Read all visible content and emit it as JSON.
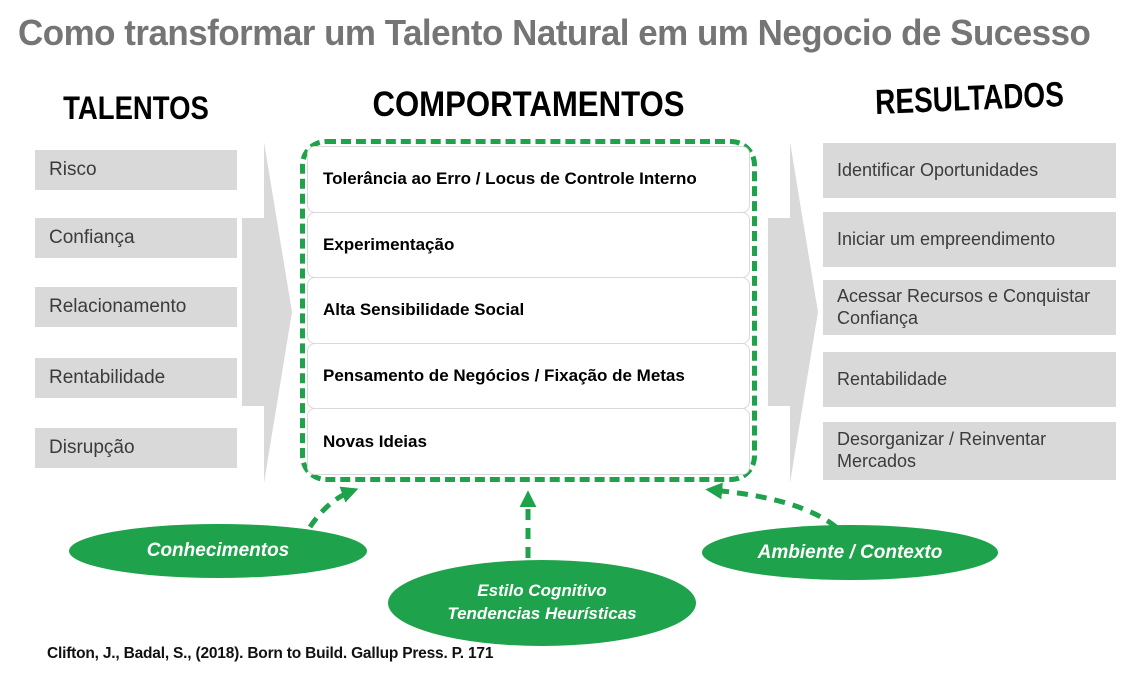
{
  "title": "Como transformar um Talento Natural em um Negocio de Sucesso",
  "columns": {
    "talentos": {
      "header": "TALENTOS",
      "items": [
        "Risco",
        "Confiança",
        "Relacionamento",
        "Rentabilidade",
        "Disrupção"
      ]
    },
    "comportamentos": {
      "header": "COMPORTAMENTOS",
      "items": [
        "Tolerância ao Erro / Locus de Controle Interno",
        "Experimentação",
        "Alta Sensibilidade Social",
        "Pensamento de Negócios / Fixação de Metas",
        "Novas Ideias"
      ]
    },
    "resultados": {
      "header": "RESULTADOS",
      "items": [
        "Identificar Oportunidades",
        "Iniciar um empreendimento",
        "Acessar Recursos e Conquistar Confiança",
        "Rentabilidade",
        "Desorganizar / Reinventar Mercados"
      ]
    }
  },
  "moderators": {
    "conhecimentos": {
      "label": "Conhecimentos"
    },
    "estilo": {
      "line1": "Estilo Cognitivo",
      "line2": "Tendencias Heurísticas"
    },
    "ambiente": {
      "label": "Ambiente / Contexto"
    }
  },
  "citation": "Clifton, J., Badal, S., (2018). Born to Build. Gallup Press. P. 171",
  "colors": {
    "green": "#1ea24c",
    "box_gray": "#d9d9d9",
    "title_gray": "#757575"
  }
}
